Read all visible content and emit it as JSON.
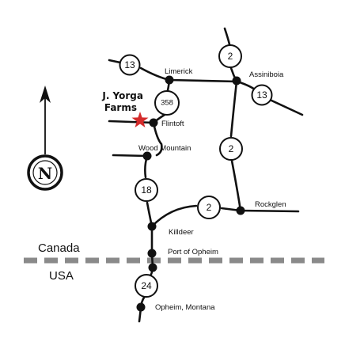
{
  "farm": {
    "name_line1": "J. Yorga",
    "name_line2": "Farms",
    "marker_color": "#d42b2b"
  },
  "towns": {
    "limerick": "Limerick",
    "assiniboia": "Assiniboia",
    "flintoft": "Flintoft",
    "wood_mountain": "Wood Mountain",
    "rockglen": "Rockglen",
    "killdeer": "Killdeer",
    "port_of_opheim": "Port of Opheim",
    "opheim": "Opheim, Montana"
  },
  "highways": {
    "hwy13_west": "13",
    "hwy13_east": "13",
    "hwy2_north": "2",
    "hwy2_middle": "2",
    "hwy2_south": "2",
    "hwy358": "358",
    "hwy18": "18",
    "hwy24": "24"
  },
  "border": {
    "north": "Canada",
    "south": "USA",
    "color": "#8a8a8a"
  },
  "compass": {
    "letter": "N",
    "icon": "north-arrow-icon"
  },
  "colors": {
    "roads": "#111111",
    "background": "#ffffff"
  }
}
